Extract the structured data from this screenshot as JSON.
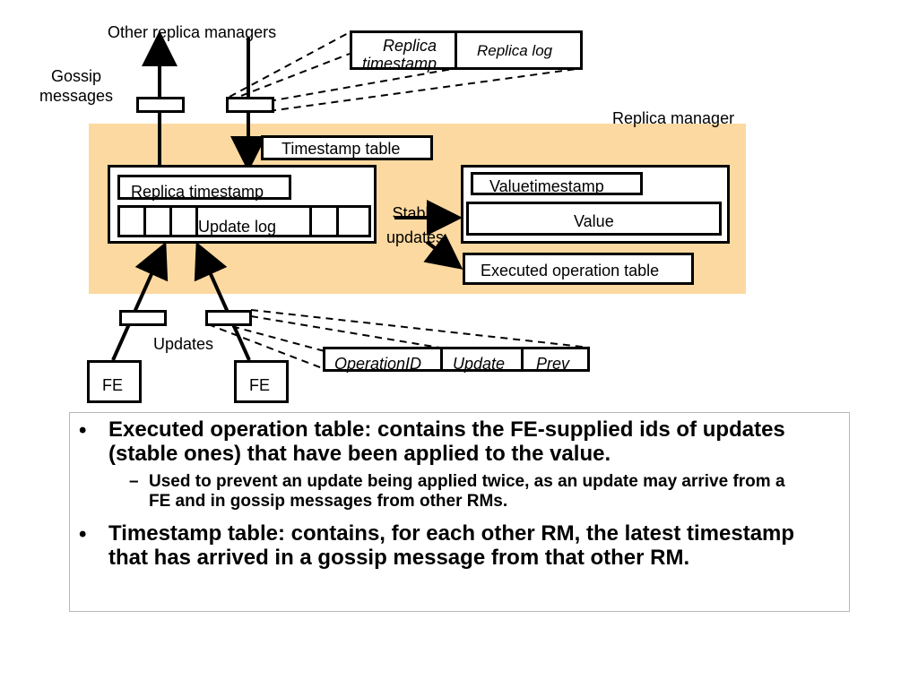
{
  "diagram": {
    "top_label": "Other replica managers",
    "gossip_label": "Gossip\nmessages",
    "replica_manager_label": "Replica manager",
    "replica_timestamp_italic": "Replica\ntimestamp",
    "replica_log": "Replica log",
    "timestamp_table": "Timestamp table",
    "replica_timestamp": "Replica timestamp",
    "update_log": "Update log",
    "stable_updates": "Stable\nupdates",
    "value_timestamp": "Valuetimestamp",
    "value": "Value",
    "executed_operation_table": "Executed operation table",
    "updates": "Updates",
    "fe_left": "FE",
    "fe_right": "FE",
    "operation_id": "OperationID",
    "update": "Update",
    "prev": "Prev",
    "colors": {
      "manager_background": "#fcd9a0",
      "line": "#000000"
    }
  },
  "bullets": {
    "b1": "Executed operation table: contains the FE-supplied ids of updates (stable ones) that have been applied to the value.",
    "b1_sub": "Used to prevent an update being applied twice, as an update may arrive from a FE and in gossip messages from other RMs.",
    "b2": "Timestamp table: contains, for each other RM, the latest timestamp that has arrived in a gossip message from that other RM."
  }
}
